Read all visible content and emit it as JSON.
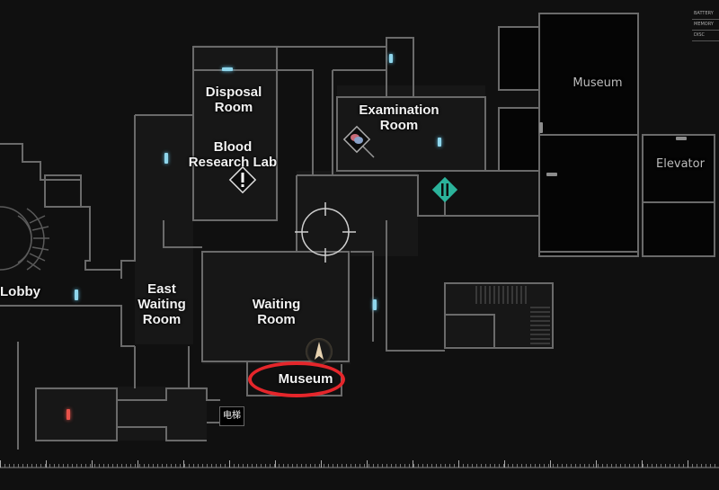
{
  "map": {
    "rooms": [
      {
        "id": "disposal",
        "label": "Disposal\nRoom"
      },
      {
        "id": "blood_lab",
        "label": "Blood\nResearch Lab"
      },
      {
        "id": "examination",
        "label": "Examination\nRoom"
      },
      {
        "id": "museum_top",
        "label": "Museum"
      },
      {
        "id": "elevator",
        "label": "Elevator"
      },
      {
        "id": "lobby",
        "label": "Lobby"
      },
      {
        "id": "east_waiting",
        "label": "East\nWaiting\nRoom"
      },
      {
        "id": "waiting",
        "label": "Waiting\nRoom"
      },
      {
        "id": "museum_highlight",
        "label": "Museum"
      }
    ],
    "elevator_tag": "电梯",
    "markers": [
      {
        "type": "alert-icon",
        "room": "blood_lab",
        "glyph": "!"
      },
      {
        "type": "item-icon",
        "room": "examination"
      },
      {
        "type": "save-point-icon",
        "color": "#2bb39b"
      },
      {
        "type": "player-arrow-icon"
      },
      {
        "type": "crosshair-icon"
      }
    ],
    "hud": [
      "BATTERY",
      "MEMORY",
      "DISC"
    ],
    "highlight_color": "#e5262b",
    "door_color": "#8fd6ec",
    "locked_door_color": "#e8524a"
  }
}
